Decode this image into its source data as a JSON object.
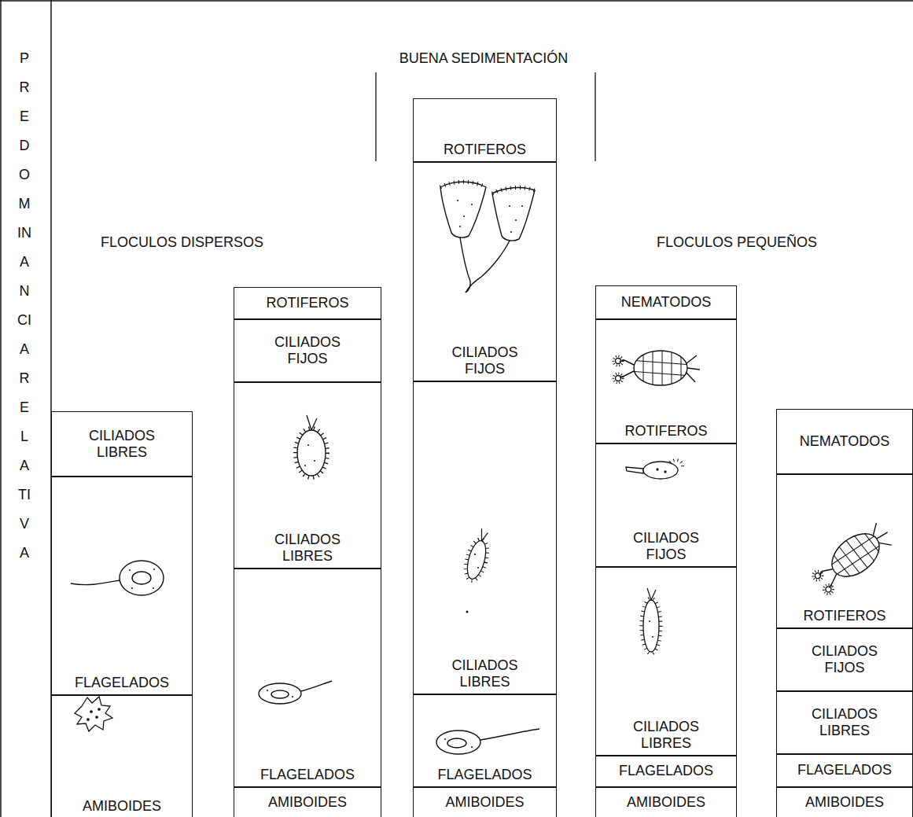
{
  "diagram": {
    "nodes": [
      {
        "text": [
          "CILIADOS LIBRES"
        ]
      },
      {
        "text": [
          "FLAGELADOS"
        ]
      },
      {
        "text": [
          "AMIBOIDES"
        ]
      },
      {
        "text": [
          "ROTIFEROS"
        ]
      },
      {
        "text": [
          "CILIADOS FIJOS"
        ]
      },
      {
        "text": [
          "CILIADOS LIBRES"
        ]
      },
      {
        "text": [
          "FLAGELADOS"
        ]
      },
      {
        "text": [
          "AMIBOIDES"
        ]
      },
      {
        "text": [
          "ROTIFEROS"
        ]
      },
      {
        "text": [
          "CILIADOS FIJOS"
        ]
      },
      {
        "text": [
          "CILIADOS LIBRES"
        ]
      },
      {
        "text": [
          "FLAGELADOS"
        ]
      },
      {
        "text": [
          "AMIBOIDES"
        ]
      },
      {
        "text": [
          "NEMATODOS"
        ]
      },
      {
        "text": [
          "ROTIFEROS"
        ]
      },
      {
        "text": [
          "CILIADOS FIJOS"
        ]
      },
      {
        "text": [
          "CILIADOS LIBRES"
        ]
      },
      {
        "text": [
          "FLAGELADOS"
        ]
      },
      {
        "text": [
          "AMIBOIDES"
        ]
      },
      {
        "text": [
          "NEMATODOS"
        ]
      },
      {
        "text": [
          "ROTIFEROS"
        ]
      },
      {
        "text": [
          "CILIADOS FIJOS"
        ]
      },
      {
        "text": [
          "CILIADOS LIBRES"
        ]
      },
      {
        "text": [
          "FLAGELADOS"
        ]
      },
      {
        "text": [
          "AMIBOIDES"
        ]
      }
    ],
    "labels": [
      "PREDOMINANCIA RELATIVA",
      "BUENA SEDIMENTACIÓN",
      "FLOCULOS DISPERSOS",
      "FLOCULOS PEQUEÑOS"
    ]
  }
}
